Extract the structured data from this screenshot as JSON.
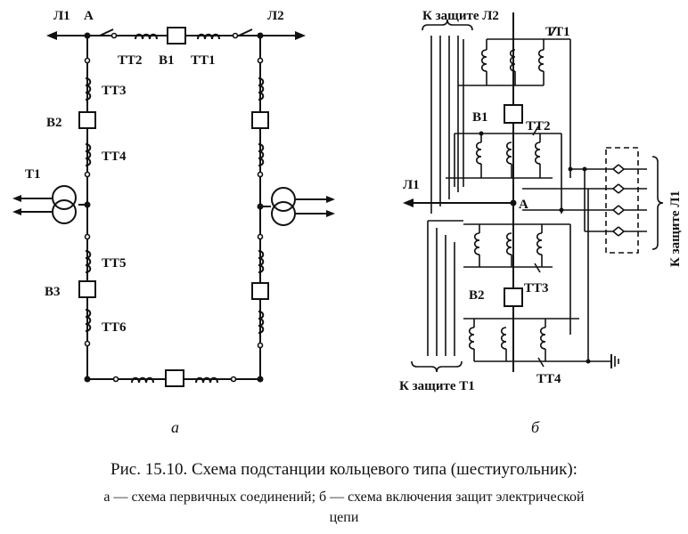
{
  "labels_a": {
    "l1": "Л1",
    "a_node": "А",
    "l2": "Л2",
    "tt2": "ТТ2",
    "b1": "В1",
    "tt1": "ТТ1",
    "tt3": "ТТ3",
    "b2": "В2",
    "tt4": "ТТ4",
    "t1": "Т1",
    "tt5": "ТТ5",
    "b3": "В3",
    "tt6": "ТТ6"
  },
  "labels_b": {
    "to_l2": "К защите Л2",
    "tt1": "ТТ1",
    "b1": "В1",
    "tt2": "ТТ2",
    "l1": "Л1",
    "a_node": "А",
    "tt3": "ТТ3",
    "b2": "В2",
    "to_t1": "К защите Т1",
    "tt4": "ТТ4",
    "to_l1": "К защите Л1"
  },
  "sublabels": {
    "a": "а",
    "b": "б"
  },
  "caption": {
    "line1": "Рис. 15.10. Схема подстанции кольцевого типа (шестиугольник):",
    "line2": "а — схема первичных соединений; б — схема включения защит электрической",
    "line3": "цепи"
  }
}
